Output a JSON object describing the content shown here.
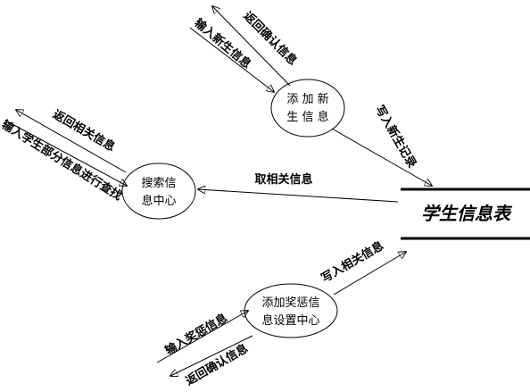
{
  "processes": {
    "add_student": [
      "添 加 新",
      "生 信 息"
    ],
    "search": [
      "搜索信",
      "息中心"
    ],
    "reward": [
      "添加奖惩信",
      "息设置中心"
    ]
  },
  "data_store": "学生信息表",
  "flows": {
    "return_confirm_top": "返回确认信息",
    "input_new_student": "输入新生信息",
    "write_store_top": "写入新生记录",
    "return_related": "返回相关信息",
    "input_partial": "输入学生部分信息进行查找",
    "fetch_related": "取相关信息",
    "write_related": "写入相关信息",
    "input_reward": "输入奖惩信息",
    "return_confirm_bottom": "返回确认信息"
  }
}
